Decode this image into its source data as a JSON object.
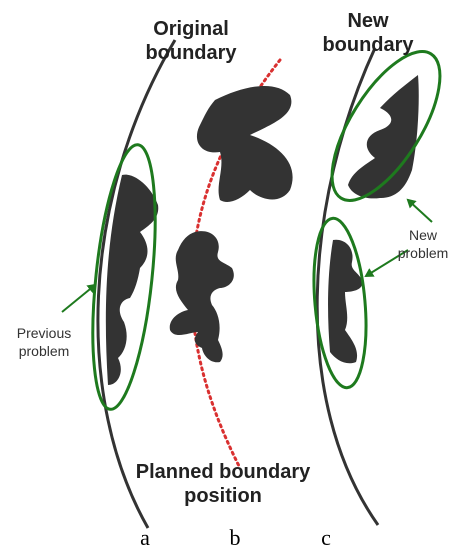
{
  "labels": {
    "original_boundary_line1": "Original",
    "original_boundary_line2": "boundary",
    "new_boundary_line1": "New",
    "new_boundary_line2": "boundary",
    "planned_line1": "Planned boundary",
    "planned_line2": "position",
    "previous_problem_line1": "Previous",
    "previous_problem_line2": "problem",
    "new_problem_line1": "New",
    "new_problem_line2": "problem",
    "panel_a": "a",
    "panel_b": "b",
    "panel_c": "c"
  },
  "colors": {
    "boundary": "#333333",
    "planned_boundary": "#d93030",
    "highlight": "#1e7a1e",
    "blob": "#333333",
    "background": "#ffffff"
  }
}
